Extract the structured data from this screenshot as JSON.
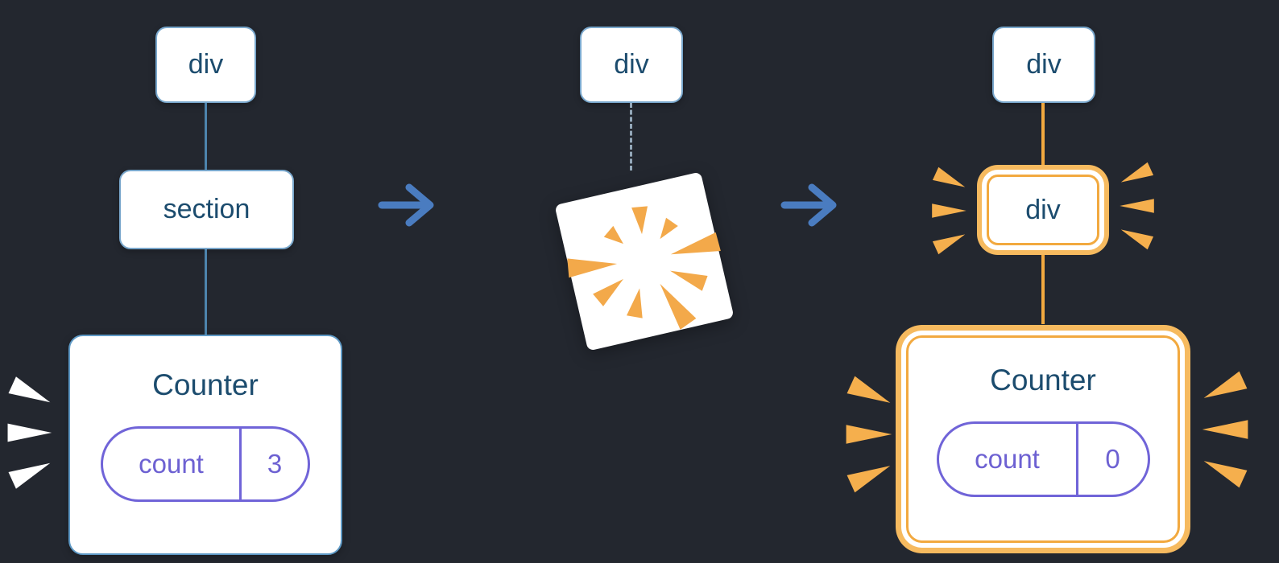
{
  "trees": {
    "before": {
      "root_label": "div",
      "child_label": "section",
      "counter": {
        "title": "Counter",
        "state_key": "count",
        "state_value": "3"
      }
    },
    "transition": {
      "root_label": "div"
    },
    "after": {
      "root_label": "div",
      "new_child_label": "div",
      "counter": {
        "title": "Counter",
        "state_key": "count",
        "state_value": "0"
      }
    }
  },
  "colors": {
    "background": "#23272f",
    "node_border_blue": "#79a7cc",
    "node_text_navy": "#1c4c6e",
    "connector_blue": "#4d84ad",
    "arrow_blue": "#4a7cc0",
    "state_purple": "#7064d8",
    "highlight_orange": "#f2a93f",
    "spark_orange": "#f5af4d",
    "spark_white": "#ffffff"
  }
}
